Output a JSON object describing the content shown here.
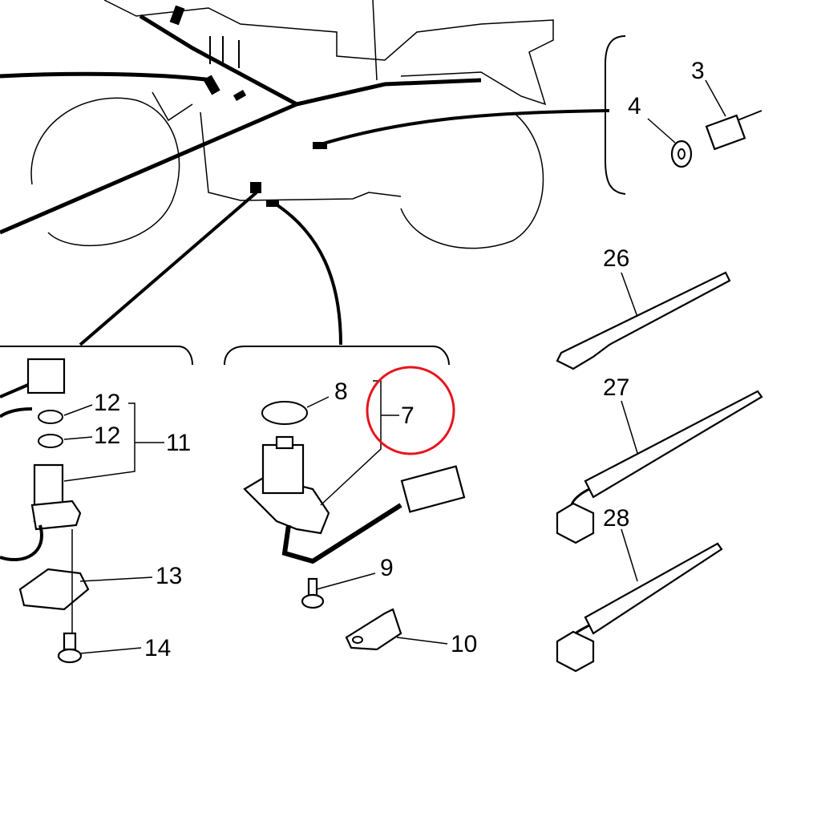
{
  "diagram": {
    "highlight_color": "#e8141c",
    "labels": {
      "p3": "3",
      "p4": "4",
      "p26": "26",
      "p27": "27",
      "p28": "28",
      "p8": "8",
      "p7": "7",
      "p9": "9",
      "p10": "10",
      "p11": "11",
      "p12a": "12",
      "p12b": "12",
      "p13": "13",
      "p14": "14"
    },
    "highlighted_part": "7"
  }
}
